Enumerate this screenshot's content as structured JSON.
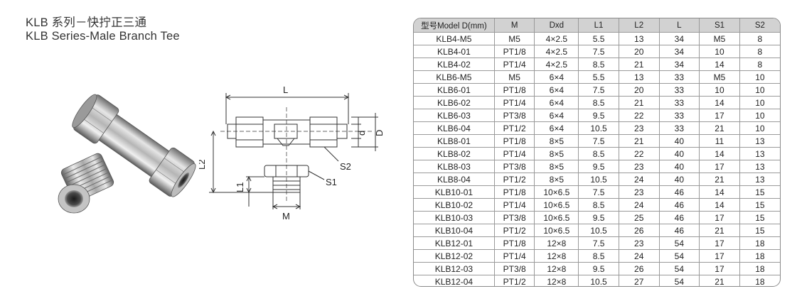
{
  "title": {
    "cn": "KLB 系列－快拧正三通",
    "en": "KLB  Series-Male Branch Tee"
  },
  "drawing": {
    "labels": {
      "L": "L",
      "L2": "L2",
      "L1": "L1",
      "M": "M",
      "S1": "S1",
      "S2": "S2",
      "d": "d",
      "D": "D"
    }
  },
  "table": {
    "headers": [
      "型号Model D(mm)",
      "M",
      "Dxd",
      "L1",
      "L2",
      "L",
      "S1",
      "S2"
    ],
    "rows": [
      [
        "KLB4-M5",
        "M5",
        "4×2.5",
        "5.5",
        "13",
        "34",
        "M5",
        "8"
      ],
      [
        "KLB4-01",
        "PT1/8",
        "4×2.5",
        "7.5",
        "20",
        "34",
        "10",
        "8"
      ],
      [
        "KLB4-02",
        "PT1/4",
        "4×2.5",
        "8.5",
        "21",
        "34",
        "14",
        "8"
      ],
      [
        "KLB6-M5",
        "M5",
        "6×4",
        "5.5",
        "13",
        "33",
        "M5",
        "10"
      ],
      [
        "KLB6-01",
        "PT1/8",
        "6×4",
        "7.5",
        "20",
        "33",
        "10",
        "10"
      ],
      [
        "KLB6-02",
        "PT1/4",
        "6×4",
        "8.5",
        "21",
        "33",
        "14",
        "10"
      ],
      [
        "KLB6-03",
        "PT3/8",
        "6×4",
        "9.5",
        "22",
        "33",
        "17",
        "10"
      ],
      [
        "KLB6-04",
        "PT1/2",
        "6×4",
        "10.5",
        "23",
        "33",
        "21",
        "10"
      ],
      [
        "KLB8-01",
        "PT1/8",
        "8×5",
        "7.5",
        "21",
        "40",
        "11",
        "13"
      ],
      [
        "KLB8-02",
        "PT1/4",
        "8×5",
        "8.5",
        "22",
        "40",
        "14",
        "13"
      ],
      [
        "KLB8-03",
        "PT3/8",
        "8×5",
        "9.5",
        "23",
        "40",
        "17",
        "13"
      ],
      [
        "KLB8-04",
        "PT1/2",
        "8×5",
        "10.5",
        "24",
        "40",
        "21",
        "13"
      ],
      [
        "KLB10-01",
        "PT1/8",
        "10×6.5",
        "7.5",
        "23",
        "46",
        "14",
        "15"
      ],
      [
        "KLB10-02",
        "PT1/4",
        "10×6.5",
        "8.5",
        "24",
        "46",
        "14",
        "15"
      ],
      [
        "KLB10-03",
        "PT3/8",
        "10×6.5",
        "9.5",
        "25",
        "46",
        "17",
        "15"
      ],
      [
        "KLB10-04",
        "PT1/2",
        "10×6.5",
        "10.5",
        "26",
        "46",
        "21",
        "15"
      ],
      [
        "KLB12-01",
        "PT1/8",
        "12×8",
        "7.5",
        "23",
        "54",
        "17",
        "18"
      ],
      [
        "KLB12-02",
        "PT1/4",
        "12×8",
        "8.5",
        "24",
        "54",
        "17",
        "18"
      ],
      [
        "KLB12-03",
        "PT3/8",
        "12×8",
        "9.5",
        "26",
        "54",
        "17",
        "18"
      ],
      [
        "KLB12-04",
        "PT1/2",
        "12×8",
        "10.5",
        "27",
        "54",
        "21",
        "18"
      ]
    ]
  }
}
